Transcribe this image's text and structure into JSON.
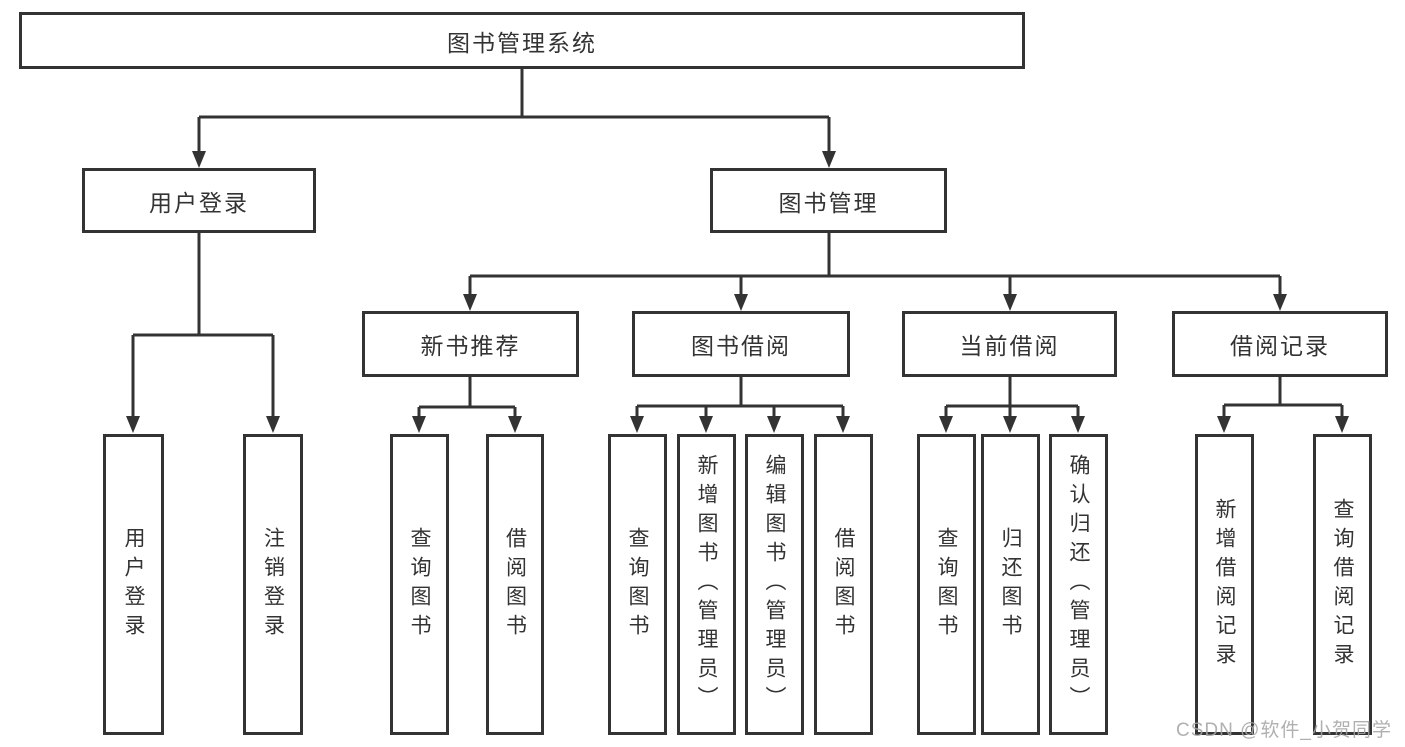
{
  "diagram": {
    "root": {
      "label": "图书管理系统"
    },
    "branches": [
      {
        "label": "用户登录",
        "children": [
          {
            "label": "用户登录"
          },
          {
            "label": "注销登录"
          }
        ]
      },
      {
        "label": "图书管理",
        "children": [
          {
            "label": "新书推荐",
            "children": [
              {
                "label": "查询图书"
              },
              {
                "label": "借阅图书"
              }
            ]
          },
          {
            "label": "图书借阅",
            "children": [
              {
                "label": "查询图书"
              },
              {
                "label": "新增图书（管理员）"
              },
              {
                "label": "编辑图书（管理员）"
              },
              {
                "label": "借阅图书"
              }
            ]
          },
          {
            "label": "当前借阅",
            "children": [
              {
                "label": "查询图书"
              },
              {
                "label": "归还图书"
              },
              {
                "label": "确认归还（管理员）"
              }
            ]
          },
          {
            "label": "借阅记录",
            "children": [
              {
                "label": "新增借阅记录"
              },
              {
                "label": "查询借阅记录"
              }
            ]
          }
        ]
      }
    ]
  },
  "watermark": "CSDN @软件_小贺同学",
  "colors": {
    "line": "#333333",
    "text": "#333333",
    "watermark": "#a6a6a6",
    "bg": "#ffffff"
  }
}
